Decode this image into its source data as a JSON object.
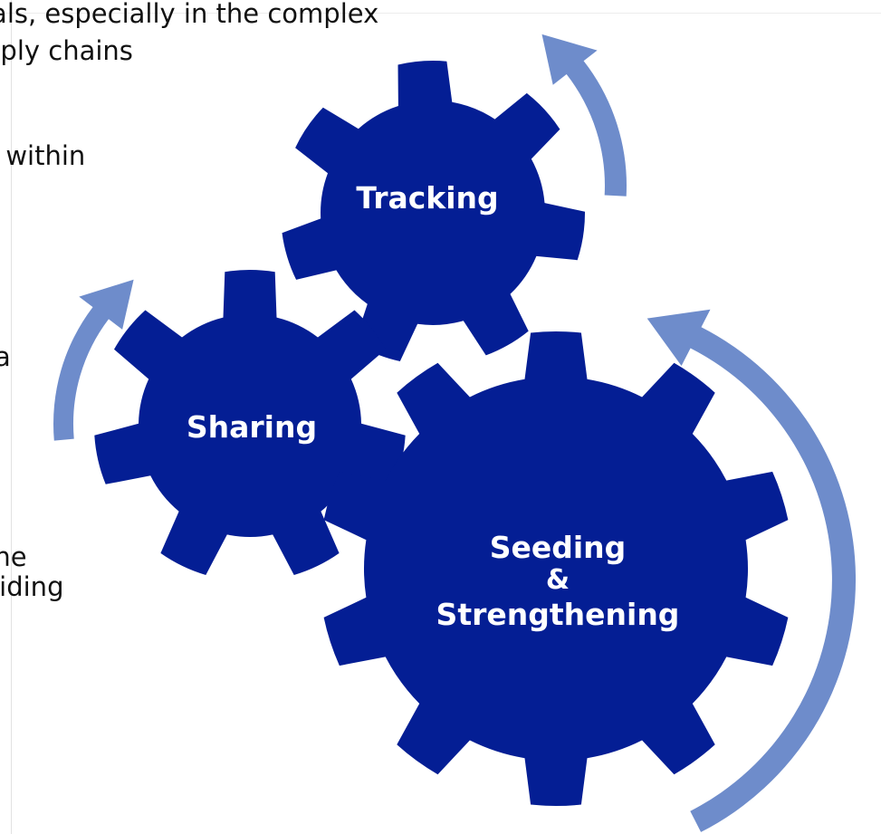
{
  "background_text": [
    "ials, especially in the complex",
    "pply chains",
    "s within",
    "a",
    "the",
    "viding"
  ],
  "gears": {
    "tracking": {
      "label": "Tracking"
    },
    "sharing": {
      "label": "Sharing"
    },
    "seeding": {
      "label_lines": [
        "Seeding",
        "&",
        "Strengthening"
      ]
    }
  },
  "colors": {
    "gear_fill": "#041E94",
    "arrow_fill": "#6E8CCB",
    "label_text": "#FFFFFF",
    "background_text": "#111111"
  },
  "icons": {
    "gears": "gear-icon",
    "arrows": "curved-arrow-icon"
  }
}
